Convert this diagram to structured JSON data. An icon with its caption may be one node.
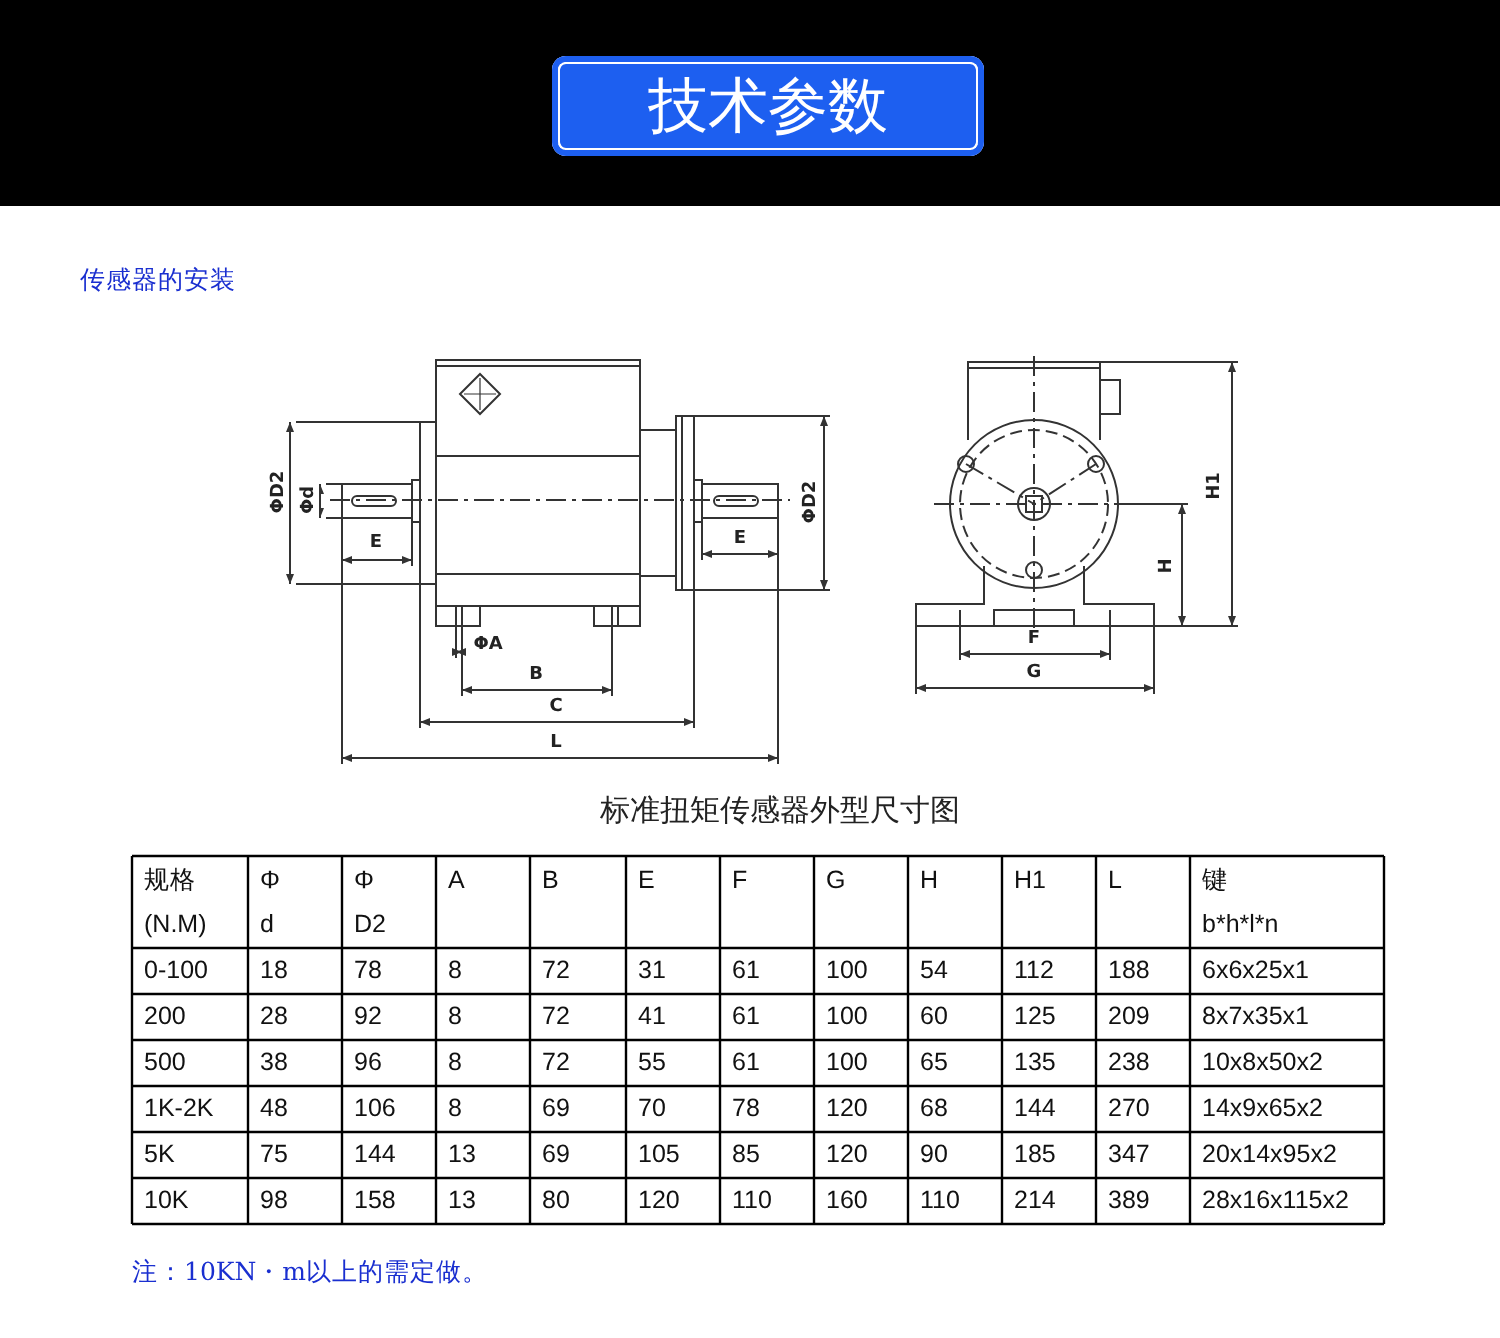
{
  "diagram": {
    "title": "技术参数",
    "labels": [
      "传感器的安装",
      "ΦD2",
      "Φd",
      "E",
      "ΦD2",
      "E",
      "ΦA",
      "B",
      "C",
      "L",
      "H1",
      "H",
      "F",
      "G",
      "标准扭矩传感器外型尺寸图",
      "规格",
      "Φ",
      "Φ",
      "A",
      "B",
      "E",
      "F",
      "G",
      "H",
      "H1",
      "L",
      "键",
      "(N.M)",
      "d",
      "D2",
      "b*h*l*n",
      "0-100",
      "18",
      "78",
      "8",
      "72",
      "31",
      "61",
      "100",
      "54",
      "112",
      "188",
      "6x6x25x1",
      "200",
      "28",
      "92",
      "8",
      "72",
      "41",
      "61",
      "100",
      "60",
      "125",
      "209",
      "8x7x35x1",
      "500",
      "38",
      "96",
      "8",
      "72",
      "55",
      "61",
      "100",
      "65",
      "135",
      "238",
      "10x8x50x2",
      "1K-2K",
      "48",
      "106",
      "8",
      "69",
      "70",
      "78",
      "120",
      "68",
      "144",
      "270",
      "14x9x65x2",
      "5K",
      "75",
      "144",
      "13",
      "69",
      "105",
      "85",
      "120",
      "90",
      "185",
      "347",
      "20x14x95x2",
      "10K",
      "98",
      "158",
      "13",
      "80",
      "120",
      "110",
      "160",
      "110",
      "214",
      "389",
      "28x16x115x2",
      "注：10KN・m以上的需定做。"
    ]
  }
}
